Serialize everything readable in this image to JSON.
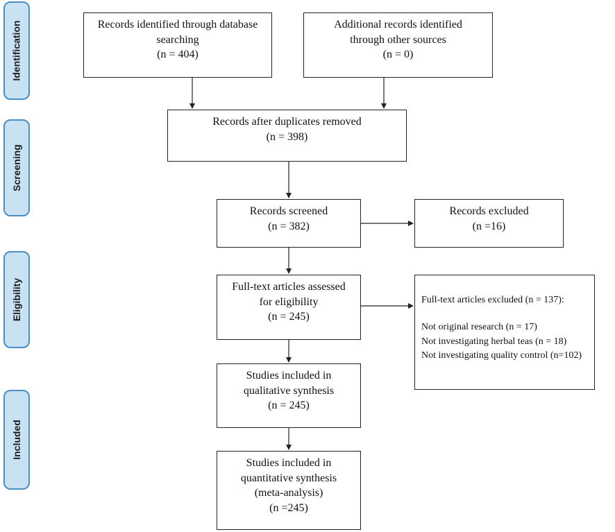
{
  "phases": [
    "Identification",
    "Screening",
    "Eligibility",
    "Included"
  ],
  "boxes": {
    "database": [
      "Records identified through database",
      "searching",
      "(n = 404)"
    ],
    "other_sources": [
      "Additional records identified",
      "through other sources",
      "(n = 0)"
    ],
    "duplicates_removed": [
      "Records after duplicates removed",
      "(n = 398)"
    ],
    "screened": [
      "Records screened",
      "(n = 382)"
    ],
    "excluded": [
      "Records excluded",
      "(n =16)"
    ],
    "eligibility": [
      "Full-text articles assessed",
      "for eligibility",
      "(n =  245)"
    ],
    "fulltext_excluded": {
      "title": "Full-text articles excluded (n = 137):",
      "reasons": [
        "Not original research (n = 17)",
        "Not investigating herbal teas (n = 18)",
        "Not investigating quality control (n=102)"
      ]
    },
    "qualitative": [
      "Studies included in",
      "qualitative synthesis",
      "(n =  245)"
    ],
    "quantitative": [
      "Studies included in",
      "quantitative synthesis",
      "(meta-analysis)",
      "(n =245)"
    ]
  }
}
